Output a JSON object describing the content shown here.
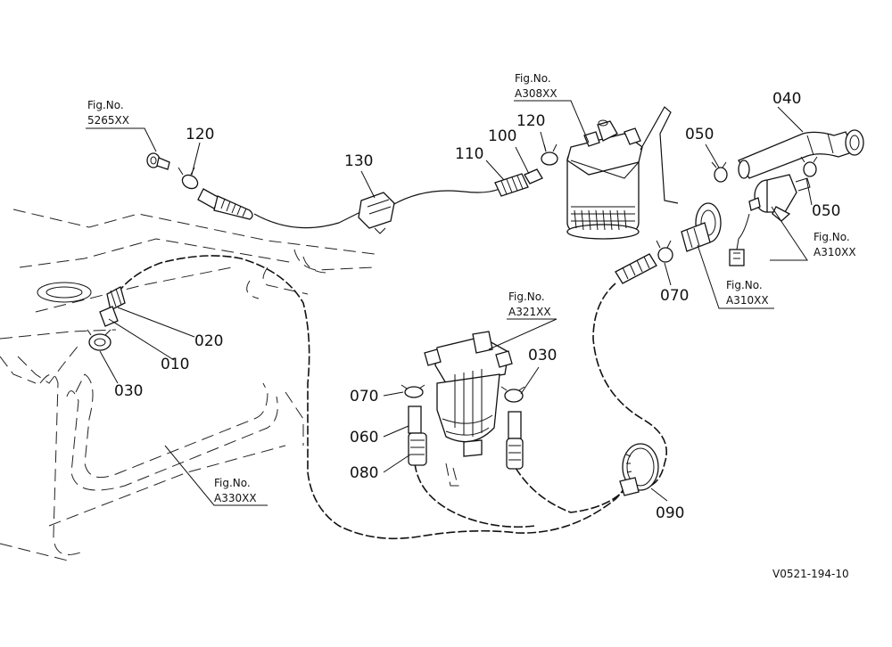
{
  "diagram": {
    "drawing_code": "V0521-194-10",
    "part_labels": {
      "p120_left": "120",
      "p130": "130",
      "p110": "110",
      "p100": "100",
      "p120_right": "120",
      "p050_left": "050",
      "p040": "040",
      "p050_right": "050",
      "p070_right": "070",
      "p020": "020",
      "p010": "010",
      "p030_left": "030",
      "p030_mid": "030",
      "p070_mid": "070",
      "p060": "060",
      "p080": "080",
      "p090": "090"
    },
    "figure_refs": {
      "f5265": {
        "prefix": "Fig.No.",
        "code": "5265XX"
      },
      "fA308": {
        "prefix": "Fig.No.",
        "code": "A308XX"
      },
      "fA310a": {
        "prefix": "Fig.No.",
        "code": "A310XX"
      },
      "fA310b": {
        "prefix": "Fig.No.",
        "code": "A310XX"
      },
      "fA321": {
        "prefix": "Fig.No.",
        "code": "A321XX"
      },
      "fA330": {
        "prefix": "Fig.No.",
        "code": "A330XX"
      }
    }
  }
}
